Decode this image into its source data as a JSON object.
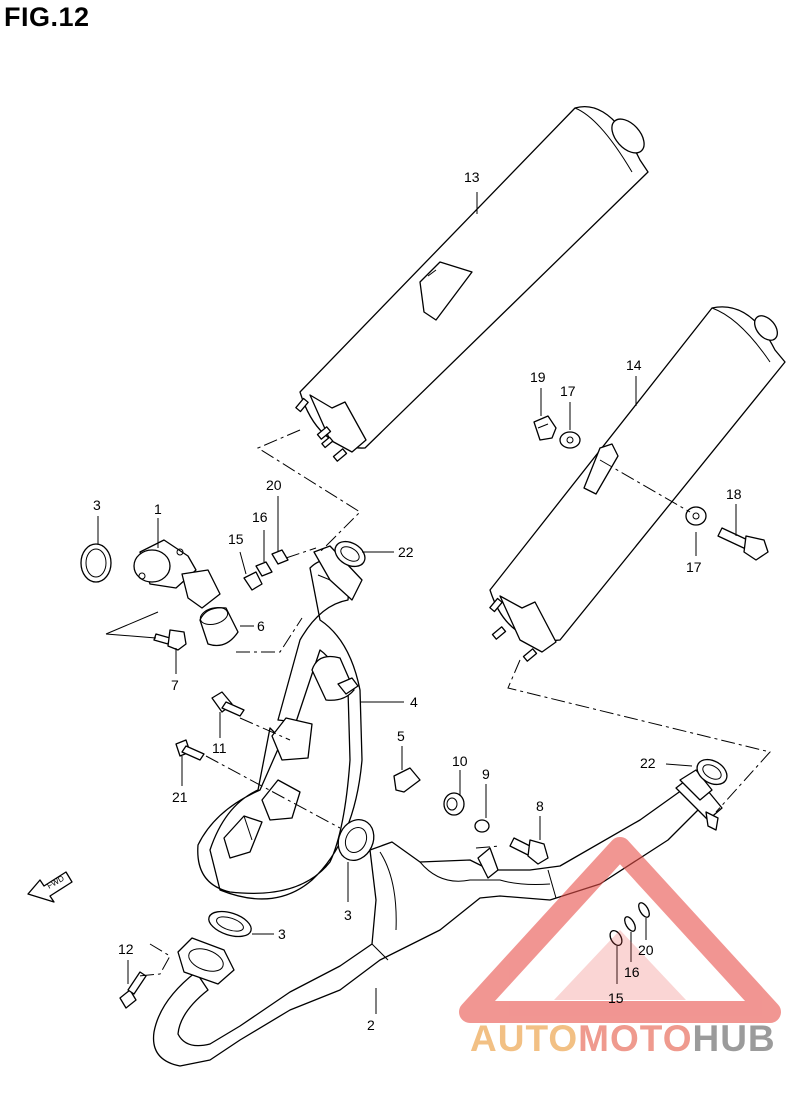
{
  "figure": {
    "title": "FIG.12",
    "fwd_label": "FWD"
  },
  "callouts": [
    {
      "id": "c1",
      "text": "1"
    },
    {
      "id": "c2",
      "text": "2"
    },
    {
      "id": "c3a",
      "text": "3"
    },
    {
      "id": "c3b",
      "text": "3"
    },
    {
      "id": "c3c",
      "text": "3"
    },
    {
      "id": "c4",
      "text": "4"
    },
    {
      "id": "c5",
      "text": "5"
    },
    {
      "id": "c6",
      "text": "6"
    },
    {
      "id": "c7",
      "text": "7"
    },
    {
      "id": "c8",
      "text": "8"
    },
    {
      "id": "c9",
      "text": "9"
    },
    {
      "id": "c10",
      "text": "10"
    },
    {
      "id": "c11",
      "text": "11"
    },
    {
      "id": "c12",
      "text": "12"
    },
    {
      "id": "c13",
      "text": "13"
    },
    {
      "id": "c14",
      "text": "14"
    },
    {
      "id": "c15a",
      "text": "15"
    },
    {
      "id": "c15b",
      "text": "15"
    },
    {
      "id": "c16a",
      "text": "16"
    },
    {
      "id": "c16b",
      "text": "16"
    },
    {
      "id": "c17a",
      "text": "17"
    },
    {
      "id": "c17b",
      "text": "17"
    },
    {
      "id": "c18",
      "text": "18"
    },
    {
      "id": "c19",
      "text": "19"
    },
    {
      "id": "c20a",
      "text": "20"
    },
    {
      "id": "c20b",
      "text": "20"
    },
    {
      "id": "c21",
      "text": "21"
    },
    {
      "id": "c22a",
      "text": "22"
    },
    {
      "id": "c22b",
      "text": "22"
    }
  ],
  "watermark": {
    "part1": "AUTO",
    "part2": "MOTO",
    "part3": "HUB",
    "color_part1": "#f2c084",
    "color_part2": "#ef9a8e",
    "color_part3": "#9b9b9b",
    "triangle_color": "#e8504a"
  }
}
